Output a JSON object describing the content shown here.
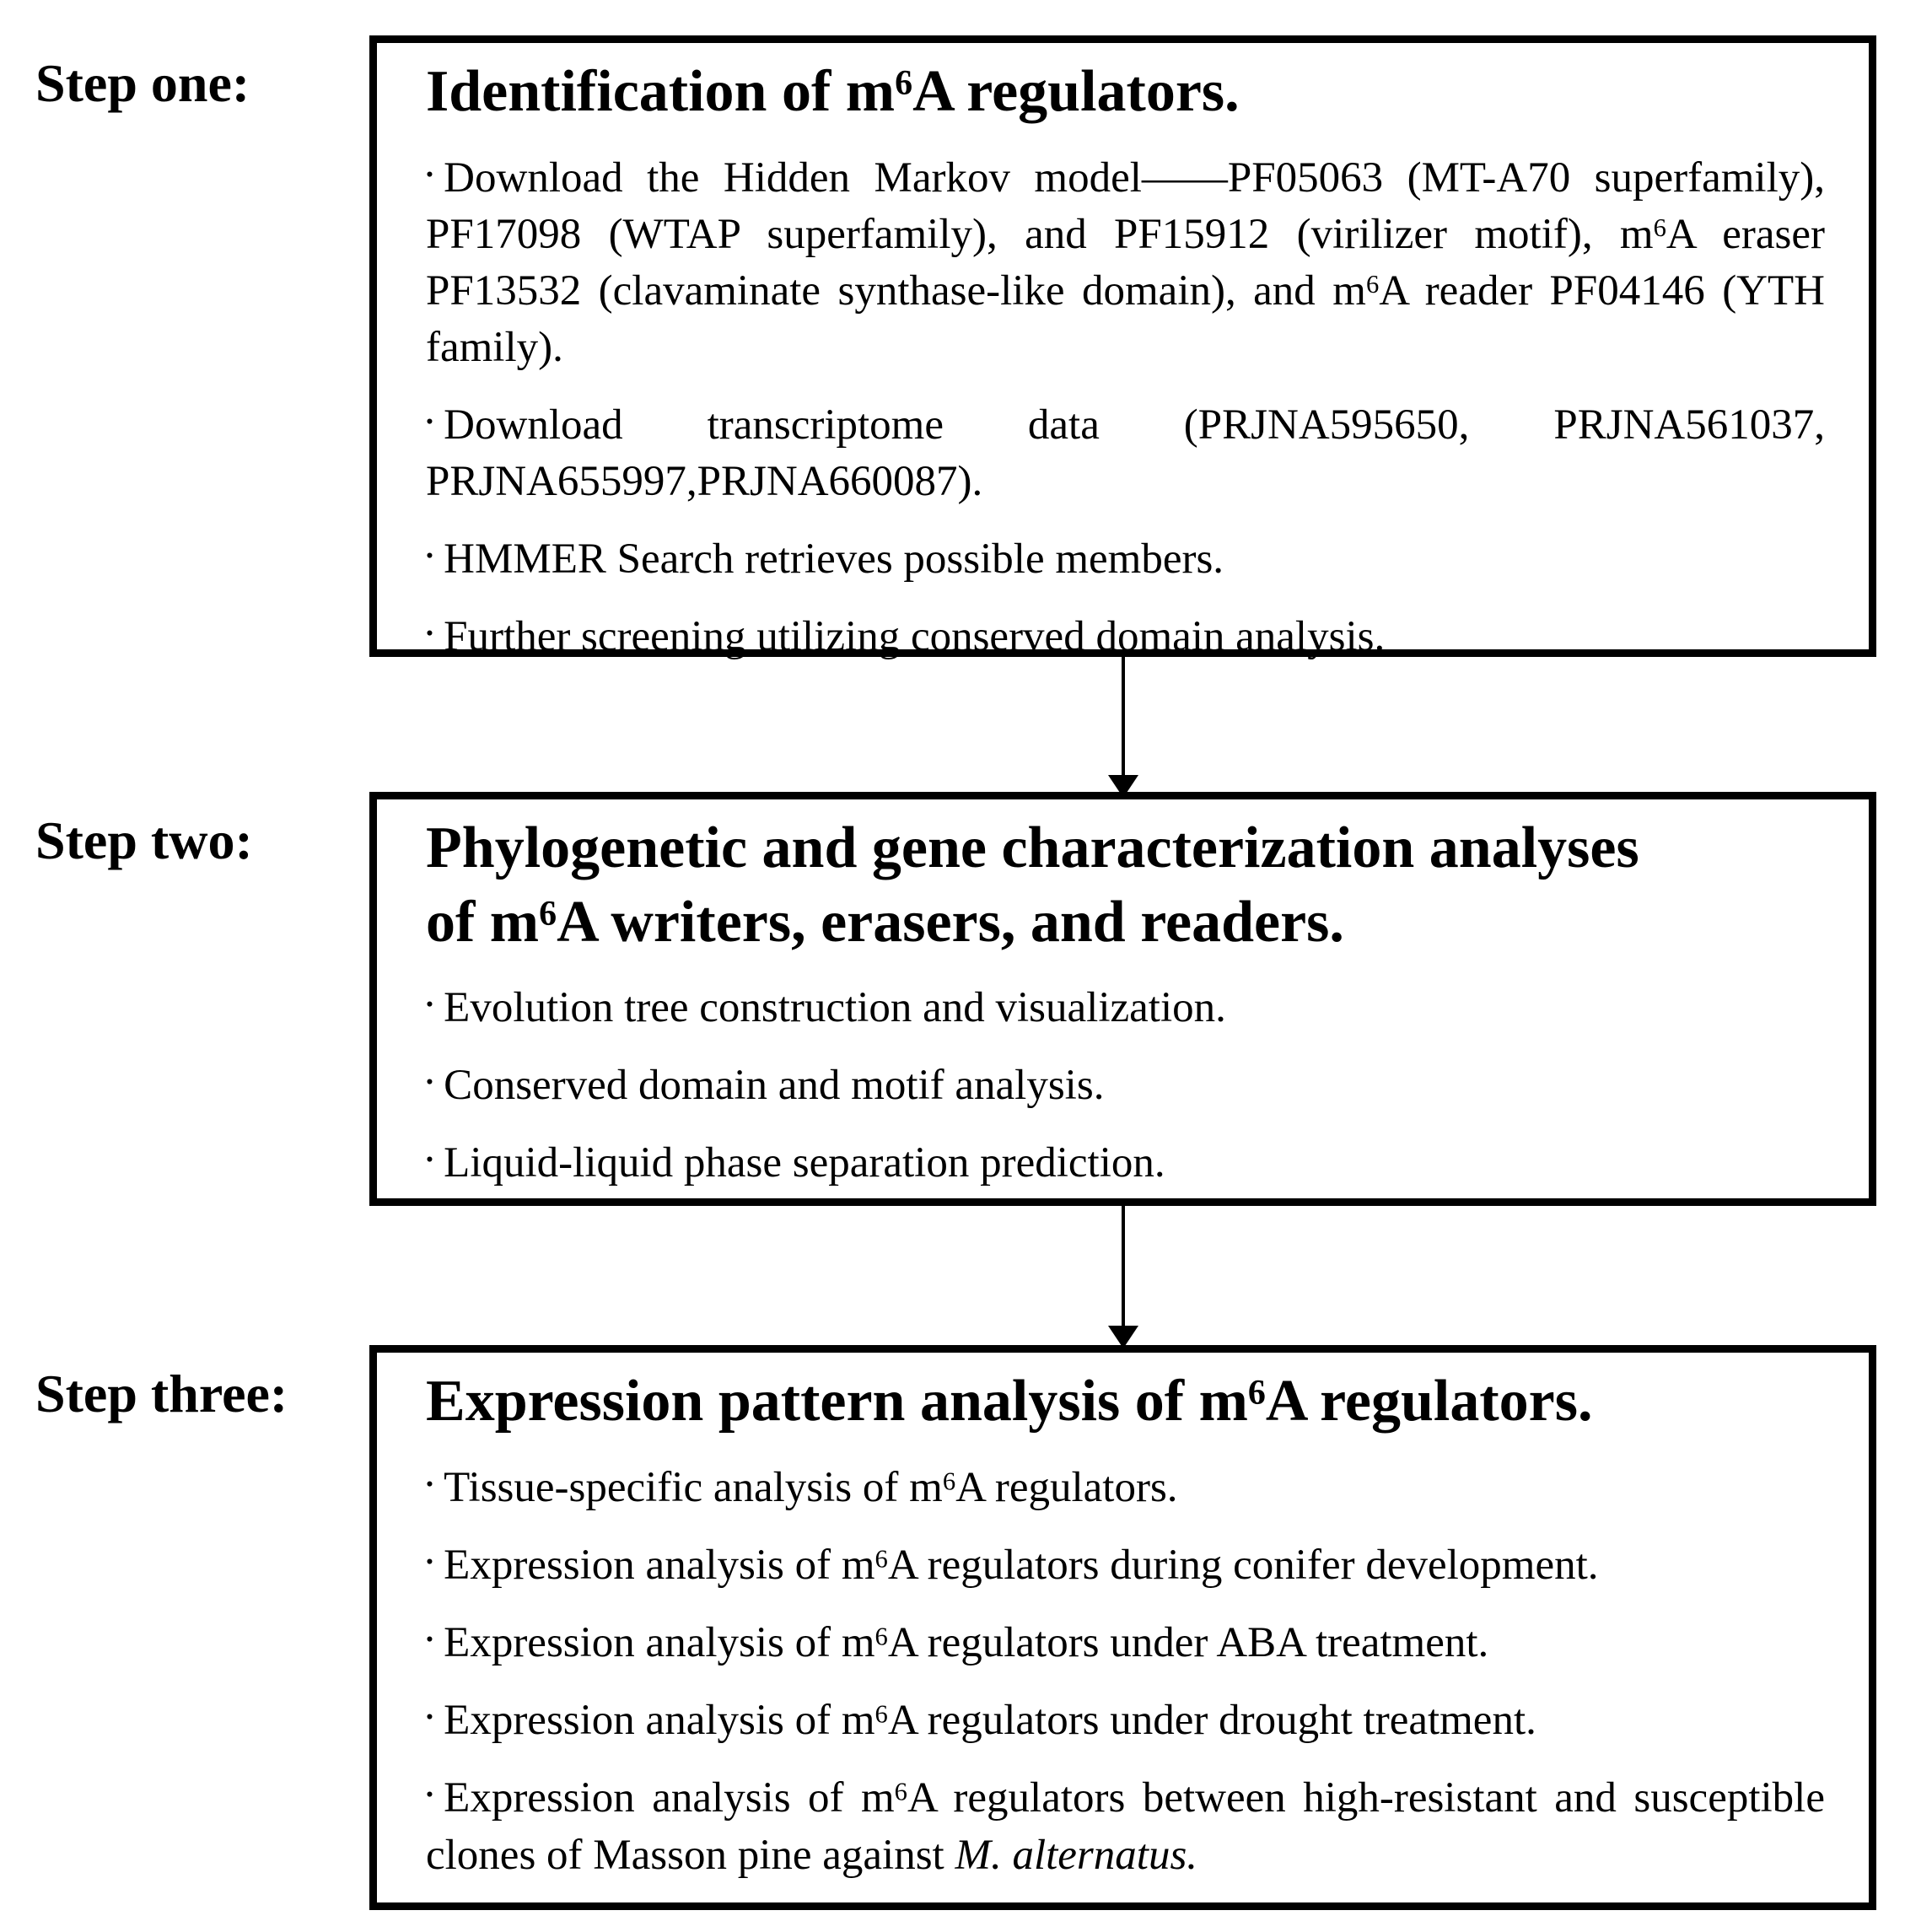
{
  "figure": {
    "background": "#ffffff",
    "text_color": "#000000",
    "border_color": "#000000",
    "bullet_glyph": "•",
    "steps": [
      {
        "label": "Step one:",
        "title_lines": [
          [
            {
              "t": "Identification of m"
            },
            {
              "t": "6",
              "sup": true
            },
            {
              "t": "A regulators."
            }
          ]
        ],
        "bullets": [
          {
            "justify": true,
            "runs": [
              {
                "t": "Download the Hidden Markov model——PF05063 (MT-A70 superfamily), PF17098 (WTAP superfamily), and PF15912 (virilizer motif), m"
              },
              {
                "t": "6",
                "sup": true
              },
              {
                "t": "A eraser PF13532 (clavaminate synthase-like domain), and m"
              },
              {
                "t": "6",
                "sup": true
              },
              {
                "t": "A reader PF04146 (YTH family)."
              }
            ]
          },
          {
            "justify": true,
            "runs": [
              {
                "t": "Download transcriptome data (PRJNA595650, PRJNA561037, PRJNA655997,PRJNA660087)."
              }
            ]
          },
          {
            "runs": [
              {
                "t": "HMMER Search retrieves possible members."
              }
            ]
          },
          {
            "runs": [
              {
                "t": "Further screening utilizing conserved domain analysis."
              }
            ]
          }
        ]
      },
      {
        "label": "Step two:",
        "title_lines": [
          [
            {
              "t": "Phylogenetic and gene characterization analyses"
            }
          ],
          [
            {
              "t": "of m"
            },
            {
              "t": "6",
              "sup": true
            },
            {
              "t": "A writers, erasers, and readers."
            }
          ]
        ],
        "bullets": [
          {
            "runs": [
              {
                "t": "Evolution tree construction and visualization."
              }
            ]
          },
          {
            "runs": [
              {
                "t": "Conserved domain and motif analysis."
              }
            ]
          },
          {
            "runs": [
              {
                "t": "Liquid-liquid phase separation prediction."
              }
            ]
          }
        ]
      },
      {
        "label": "Step three:",
        "title_lines": [
          [
            {
              "t": "Expression pattern analysis of m"
            },
            {
              "t": "6",
              "sup": true
            },
            {
              "t": "A regulators."
            }
          ]
        ],
        "bullets": [
          {
            "runs": [
              {
                "t": "Tissue-specific analysis of m"
              },
              {
                "t": "6",
                "sup": true
              },
              {
                "t": "A regulators."
              }
            ]
          },
          {
            "runs": [
              {
                "t": "Expression analysis of m"
              },
              {
                "t": "6",
                "sup": true
              },
              {
                "t": "A regulators during conifer development."
              }
            ]
          },
          {
            "runs": [
              {
                "t": "Expression analysis of m"
              },
              {
                "t": "6",
                "sup": true
              },
              {
                "t": "A regulators under ABA treatment."
              }
            ]
          },
          {
            "runs": [
              {
                "t": "Expression analysis of m"
              },
              {
                "t": "6",
                "sup": true
              },
              {
                "t": "A regulators under drought treatment."
              }
            ]
          },
          {
            "justify": true,
            "runs": [
              {
                "t": "Expression analysis of m"
              },
              {
                "t": "6",
                "sup": true
              },
              {
                "t": "A regulators between high-resistant and susceptible clones of Masson pine against "
              },
              {
                "t": "M. alternatus.",
                "italic": true
              }
            ]
          }
        ]
      }
    ]
  }
}
